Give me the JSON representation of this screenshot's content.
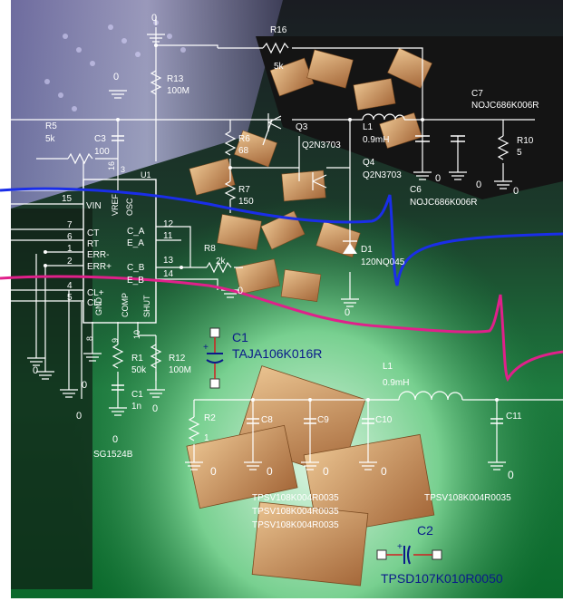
{
  "ground": "0",
  "ic": {
    "name": "U1",
    "part": "SG1524B",
    "left_pins": [
      {
        "num": "15",
        "name": "VIN"
      },
      {
        "num": "7",
        "name": "CT"
      },
      {
        "num": "6",
        "name": "RT"
      },
      {
        "num": "1",
        "name": "ERR-"
      },
      {
        "num": "2",
        "name": "ERR+"
      },
      {
        "num": "4",
        "name": "CL+"
      },
      {
        "num": "5",
        "name": "CL-"
      }
    ],
    "right_pins": [
      {
        "num": "12",
        "name": "C_A"
      },
      {
        "num": "11",
        "name": "E_A"
      },
      {
        "num": "13",
        "name": "C_B"
      },
      {
        "num": "14",
        "name": "E_B"
      }
    ],
    "top_pins": [
      {
        "num": "16",
        "name": "VREF"
      },
      {
        "num": "3",
        "name": "OSC"
      }
    ],
    "bottom_pins": [
      {
        "num": "8",
        "name": "GND"
      },
      {
        "num": "9",
        "name": "COMP"
      },
      {
        "num": "10",
        "name": "SHUT"
      }
    ]
  },
  "components": {
    "r16": {
      "ref": "R16",
      "value": "5k"
    },
    "r13": {
      "ref": "R13",
      "value": "100M"
    },
    "r5": {
      "ref": "R5",
      "value": "5k"
    },
    "c3": {
      "ref": "C3",
      "value": "100"
    },
    "r6": {
      "ref": "R6",
      "value": "68"
    },
    "r7": {
      "ref": "R7",
      "value": "150"
    },
    "r8": {
      "ref": "R8",
      "value": "2k"
    },
    "q3": {
      "ref": "Q3",
      "value": "Q2N3703"
    },
    "q4": {
      "ref": "Q4",
      "value": "Q2N3703"
    },
    "l1_top": {
      "ref": "L1",
      "value": "0.9mH"
    },
    "c6": {
      "ref": "C6",
      "value": "NOJC686K006R"
    },
    "c7": {
      "ref": "C7",
      "value": "NOJC686K006R"
    },
    "r10": {
      "ref": "R10",
      "value": "5"
    },
    "d1": {
      "ref": "D1",
      "value": "120NQ045"
    },
    "r1": {
      "ref": "R1",
      "value": "50k"
    },
    "r12": {
      "ref": "R12",
      "value": "100M"
    },
    "c1_small": {
      "ref": "C1",
      "value": "1n"
    },
    "c1": {
      "ref": "C1",
      "value": "TAJA106K016R"
    },
    "l1_bottom": {
      "ref": "L1",
      "value": "0.9mH"
    },
    "r2": {
      "ref": "R2",
      "value": "1"
    },
    "c8": {
      "ref": "C8"
    },
    "c9": {
      "ref": "C9"
    },
    "c10": {
      "ref": "C10"
    },
    "c11": {
      "ref": "C11"
    },
    "c2": {
      "ref": "C2",
      "value": "TPSD107K010R0050"
    }
  },
  "part_list": [
    "TPSV108K004R0035",
    "TPSV108K004R0035",
    "TPSV108K004R0035"
  ],
  "c11_part": "TPSV108K004R0035",
  "colors": {
    "wire": "#ffffff",
    "trace_blue": "#1030e0",
    "trace_magenta": "#e0208a",
    "label_dark_blue": "#0a1a8a",
    "cap_red": "#d02020"
  }
}
